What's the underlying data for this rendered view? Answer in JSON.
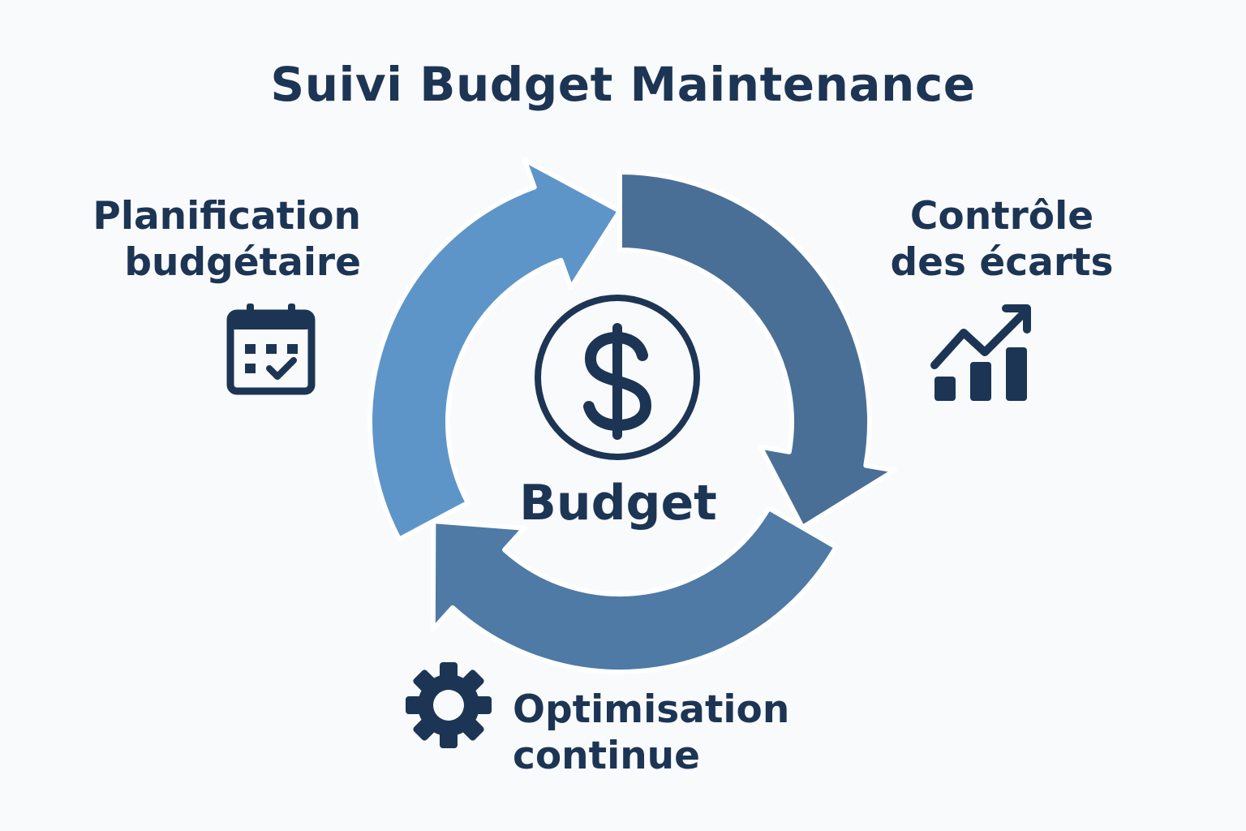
{
  "title": "Suivi Budget Maintenance",
  "center": {
    "label": "Budget",
    "icon": "dollar-circle-icon"
  },
  "steps": [
    {
      "id": "planification",
      "line1": "Planification",
      "line2": "budgétaire",
      "icon": "calendar-check-icon"
    },
    {
      "id": "controle",
      "line1": "Contrôle",
      "line2": "des écarts",
      "icon": "bar-chart-trend-icon"
    },
    {
      "id": "optimisation",
      "line1": "Optimisation",
      "line2": "continue",
      "icon": "gear-icon"
    }
  ],
  "colors": {
    "text": "#1d3554",
    "arrow_light": "#5e95c9",
    "arrow_mid": "#4a6f96",
    "arrow_dark": "#4e7aa5",
    "background": "#f9fafc"
  }
}
